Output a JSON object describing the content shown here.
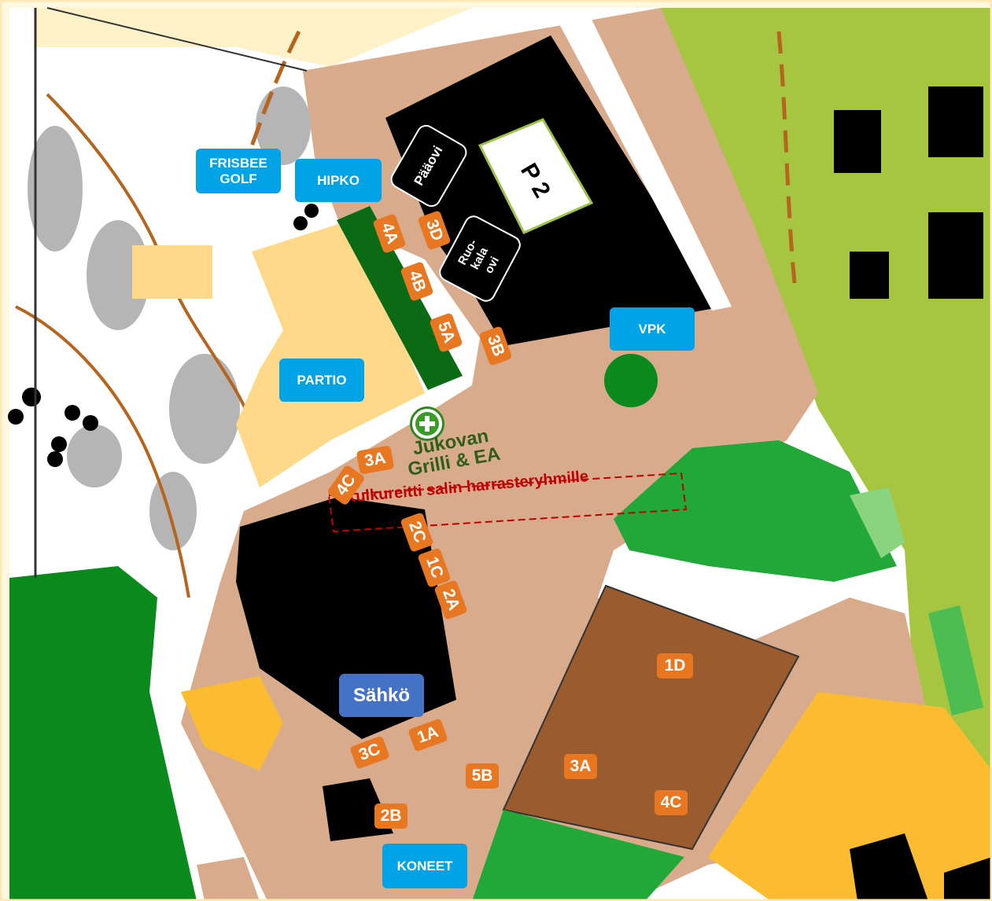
{
  "map": {
    "poi": {
      "frisbee_golf": "FRISBEE\nGOLF",
      "hipko": "HIPKO",
      "partio": "PARTIO",
      "vpk": "VPK",
      "koneet": "KONEET",
      "sahko": "Sähkö"
    },
    "doors": {
      "paaovi": "Pääovi",
      "ruokalaovi": "Ruo-\nkala\novi"
    },
    "parking": "P 2",
    "grill": "Jukovan\nGrilli & EA",
    "route_label": "Kulkureitti salin harrasteryhmille",
    "codes": [
      "4A",
      "3D",
      "4B",
      "5A",
      "3B",
      "3A",
      "4C",
      "2C",
      "1C",
      "2A",
      "1D",
      "1A",
      "3C",
      "5B",
      "3A",
      "4C",
      "2B"
    ],
    "colors": {
      "road": "#d8ab8d",
      "olive": "#a6c641",
      "green": "#008a1c",
      "dark_green": "#0a6b14",
      "light_green": "#4dbd52",
      "yellow": "#fbbc32",
      "brown_field": "#9a5c2e",
      "code_orange": "#e87722",
      "poi_blue": "#00a3e6",
      "route_red": "#c00000"
    }
  }
}
